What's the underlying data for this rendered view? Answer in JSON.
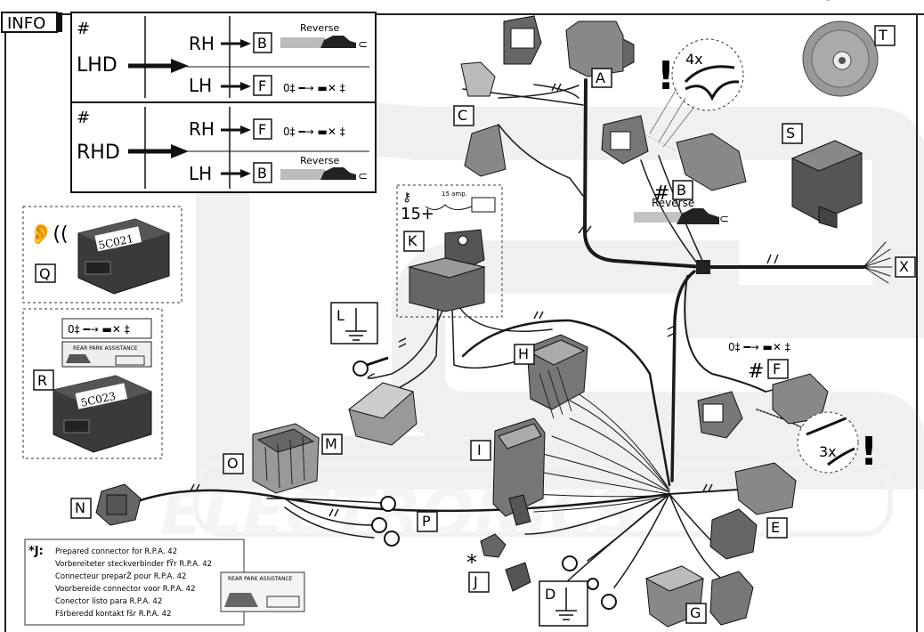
{
  "header": {
    "info": "INFO"
  },
  "orientation_table": {
    "hash": "#",
    "lhd": "LHD",
    "rhd": "RHD",
    "rh": "RH",
    "lh": "LH",
    "box_b": "B",
    "box_f": "F",
    "reverse": "Reverse"
  },
  "labels": {
    "A": "A",
    "B": "B",
    "C": "C",
    "D": "D",
    "E": "E",
    "F": "F",
    "G": "G",
    "H": "H",
    "I": "I",
    "J": "J",
    "K": "K",
    "L": "L",
    "M": "M",
    "N": "N",
    "O": "O",
    "P": "P",
    "Q": "Q",
    "R": "R",
    "S": "S",
    "T": "T",
    "X": "X"
  },
  "callouts": {
    "count_4x": "4x",
    "count_3x": "3x",
    "hash": "#",
    "reverse": "Reverse",
    "fuse_15": "15+",
    "fuse_amp": "15 amp.",
    "asterisk": "*"
  },
  "modules": {
    "q_code": "5C021",
    "r_code": "5C023",
    "r_banner": "REAR PARK ASSISTANCE"
  },
  "notes": {
    "symbol": "*J:",
    "banner": "REAR PARK ASSISTANCE",
    "lines": [
      "Prepared connector for R.P.A. 42",
      "Vorbereiteter steckverbinder fŸr R.P.A. 42",
      "Connecteur preparŽ pour R.P.A. 42",
      "Voorbereide connector voor R.P.A. 42",
      "Conector listo para R.P.A. 42",
      "Fšrberedd kontakt fšr R.P.A. 42"
    ]
  },
  "colors": {
    "wire": "#1a1a1a",
    "line": "#222222",
    "watermark": "#d9d9d9",
    "panel": "#ffffff"
  }
}
